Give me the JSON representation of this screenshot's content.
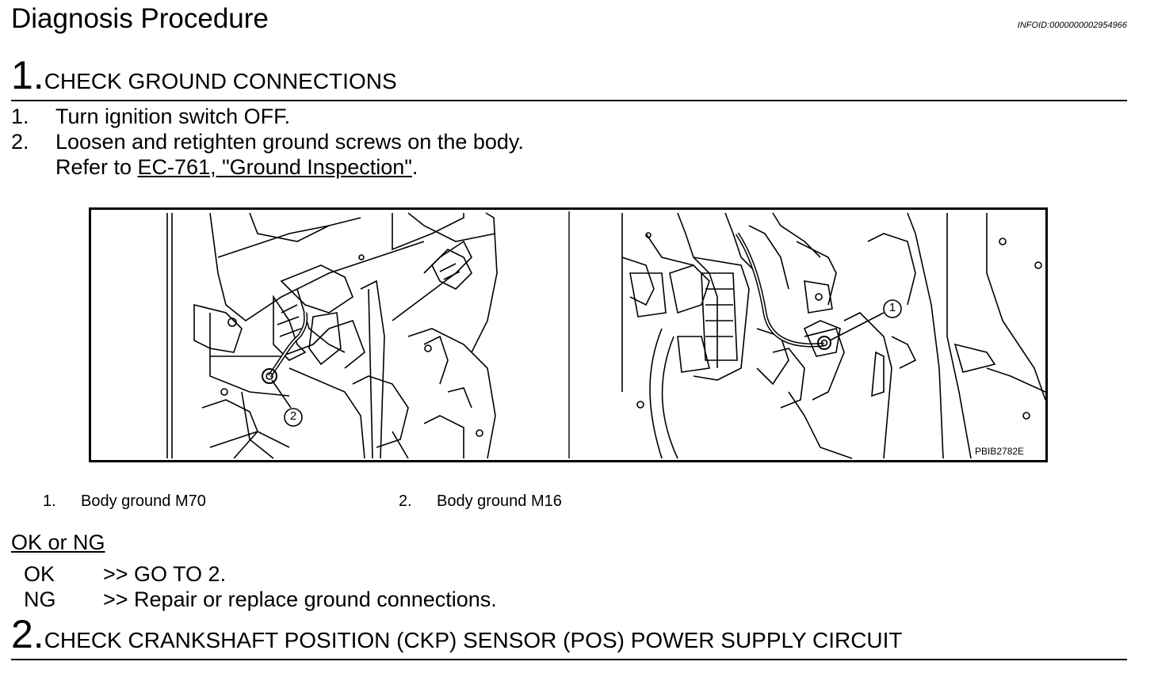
{
  "page": {
    "title": "Diagnosis Procedure",
    "info_id": "INFOID:0000000002954966"
  },
  "steps": [
    {
      "number": "1.",
      "heading": "CHECK GROUND CONNECTIONS"
    },
    {
      "number": "2.",
      "heading": "CHECK CRANKSHAFT POSITION (CKP) SENSOR (POS) POWER SUPPLY CIRCUIT"
    }
  ],
  "instructions": [
    {
      "number": "1.",
      "text": "Turn ignition switch OFF."
    },
    {
      "number": "2.",
      "text": "Loosen and retighten ground screws on the body."
    }
  ],
  "reference": {
    "prefix": "Refer to ",
    "link": "EC-761, \"Ground Inspection\"",
    "suffix": "."
  },
  "figure": {
    "code": "PBIB2782E",
    "callouts": [
      "2",
      "1"
    ]
  },
  "captions": [
    {
      "number": "1.",
      "text": "Body ground M70"
    },
    {
      "number": "2.",
      "text": "Body ground M16"
    }
  ],
  "result": {
    "heading": "OK or NG",
    "items": [
      {
        "code": "OK",
        "action": ">> GO TO 2."
      },
      {
        "code": "NG",
        "action": ">> Repair or replace ground connections."
      }
    ]
  }
}
